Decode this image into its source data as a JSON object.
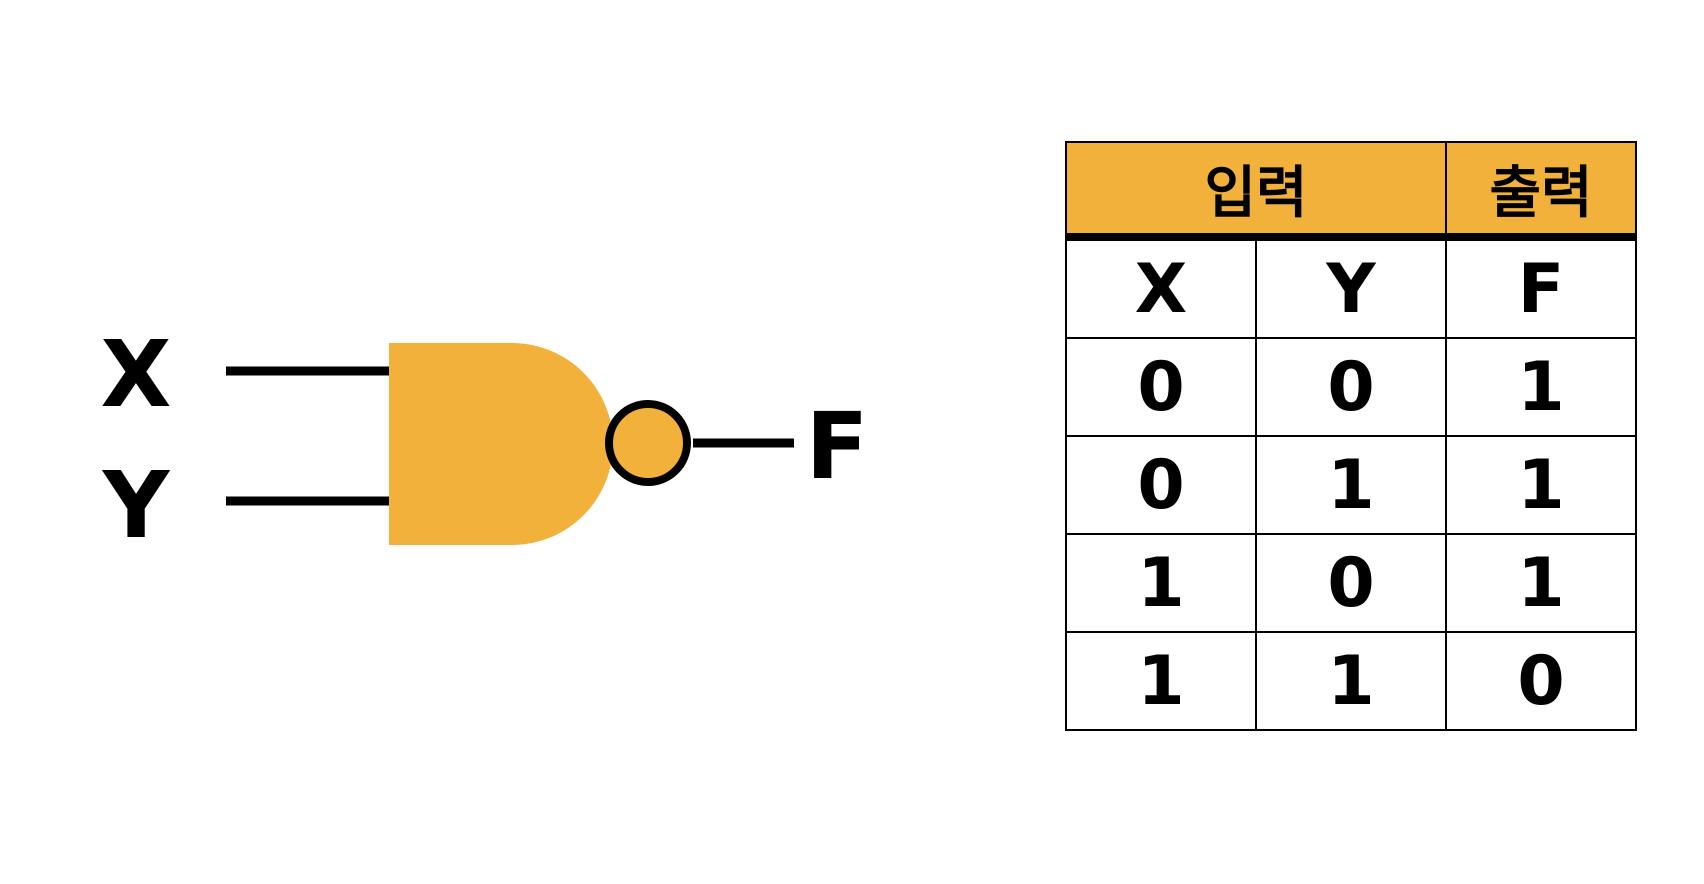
{
  "colors": {
    "gate_fill": "#f2b13b",
    "header_fill": "#f2b13b",
    "line": "#000000"
  },
  "gate": {
    "type": "NAND",
    "input_labels": [
      "X",
      "Y"
    ],
    "output_label": "F"
  },
  "table": {
    "group_headers": [
      {
        "label": "입력"
      },
      {
        "label": "출력"
      }
    ],
    "columns": [
      "X",
      "Y",
      "F"
    ],
    "rows": [
      [
        "0",
        "0",
        "1"
      ],
      [
        "0",
        "1",
        "1"
      ],
      [
        "1",
        "0",
        "1"
      ],
      [
        "1",
        "1",
        "0"
      ]
    ]
  }
}
